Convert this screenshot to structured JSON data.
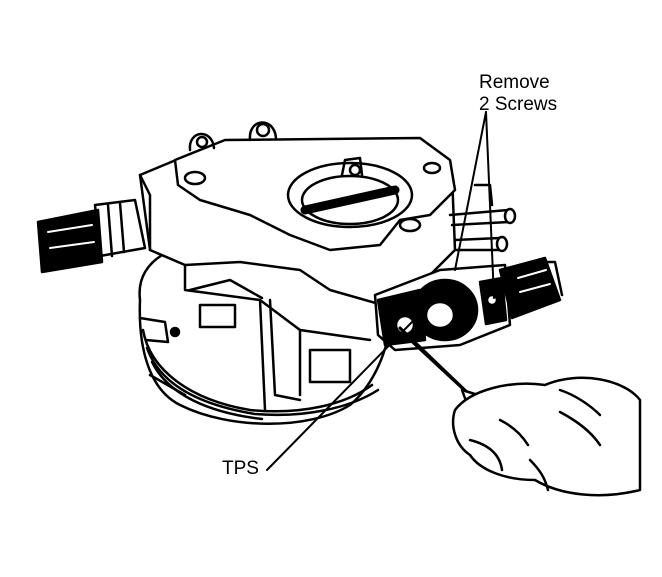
{
  "callouts": {
    "remove_screws_line1": "Remove",
    "remove_screws_line2": "2 Screws",
    "tps": "TPS"
  },
  "colors": {
    "ink": "#000000",
    "paper": "#ffffff"
  }
}
